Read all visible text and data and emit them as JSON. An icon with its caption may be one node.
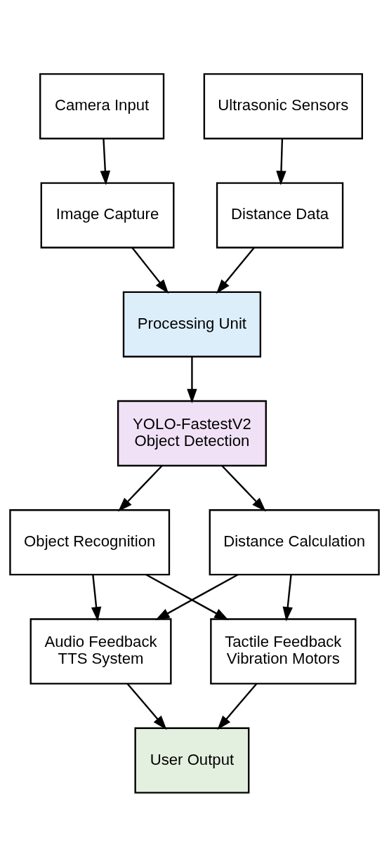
{
  "diagram": {
    "nodes": [
      {
        "text": [
          "Camera Input"
        ]
      },
      {
        "text": [
          "Ultrasonic Sensors"
        ]
      },
      {
        "text": [
          "Image Capture"
        ]
      },
      {
        "text": [
          "Distance Data"
        ]
      },
      {
        "text": [
          "Processing Unit"
        ]
      },
      {
        "text": [
          "YOLO-FastestV2",
          "Object Detection"
        ]
      },
      {
        "text": [
          "Object Recognition"
        ]
      },
      {
        "text": [
          "Distance Calculation"
        ]
      },
      {
        "text": [
          "Audio Feedback",
          "TTS System"
        ]
      },
      {
        "text": [
          "Tactile Feedback",
          "Vibration Motors"
        ]
      },
      {
        "text": [
          "User Output"
        ]
      }
    ],
    "edges": [
      {
        "from": 0,
        "to": 2,
        "arrow": "to"
      },
      {
        "from": 1,
        "to": 3,
        "arrow": "to"
      },
      {
        "from": 2,
        "to": 4,
        "arrow": "to"
      },
      {
        "from": 3,
        "to": 4,
        "arrow": "to"
      },
      {
        "from": 4,
        "to": 5,
        "arrow": "to"
      },
      {
        "from": 5,
        "to": 6,
        "arrow": "to"
      },
      {
        "from": 5,
        "to": 7,
        "arrow": "to"
      },
      {
        "from": 6,
        "to": 8,
        "arrow": "to"
      },
      {
        "from": 6,
        "to": 9,
        "arrow": "to"
      },
      {
        "from": 7,
        "to": 8,
        "arrow": "to"
      },
      {
        "from": 7,
        "to": 9,
        "arrow": "to"
      },
      {
        "from": 8,
        "to": 10,
        "arrow": "to"
      },
      {
        "from": 9,
        "to": 10,
        "arrow": "to"
      }
    ]
  }
}
